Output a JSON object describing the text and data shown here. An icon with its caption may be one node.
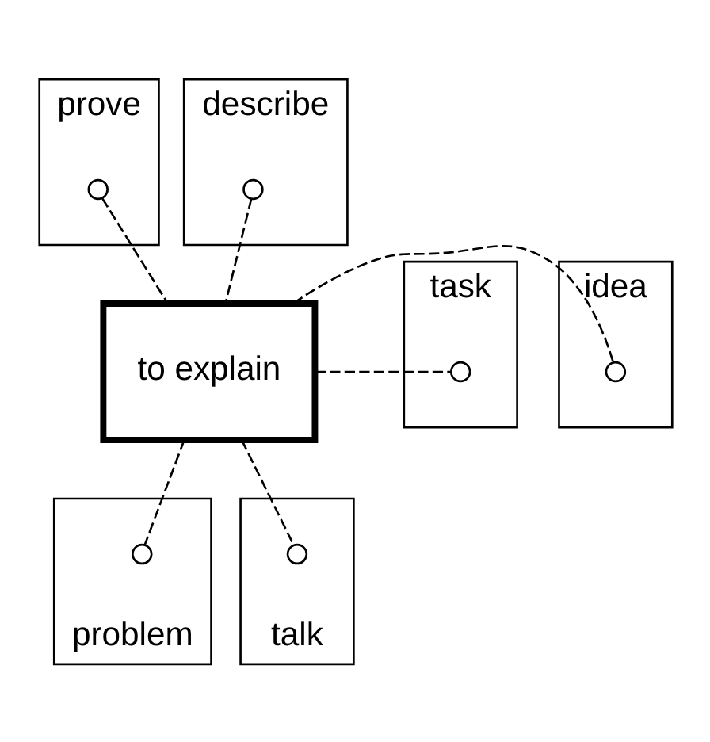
{
  "diagram": {
    "nodes": [
      {
        "text": [
          "prove"
        ]
      },
      {
        "text": [],
        "shape": "circle",
        "in": 0
      },
      {
        "text": [
          "describe"
        ]
      },
      {
        "text": [],
        "shape": "circle",
        "in": 2
      },
      {
        "text": [
          "task"
        ]
      },
      {
        "text": [],
        "shape": "circle",
        "in": 4
      },
      {
        "text": [
          "to explain"
        ]
      },
      {
        "text": [
          "idea"
        ]
      },
      {
        "text": [],
        "shape": "circle",
        "in": 7
      },
      {
        "text": [
          "problem"
        ]
      },
      {
        "text": [],
        "shape": "circle",
        "in": 9
      },
      {
        "text": [
          "talk"
        ]
      },
      {
        "text": [],
        "shape": "circle",
        "in": 11
      }
    ],
    "edges": [
      {
        "from": 6,
        "to": 1,
        "arrow": "none",
        "style": "dashed"
      },
      {
        "from": 6,
        "to": 3,
        "arrow": "none",
        "style": "dashed"
      },
      {
        "from": 6,
        "to": 5,
        "arrow": "none",
        "style": "dashed"
      },
      {
        "from": 6,
        "to": 8,
        "arrow": "none",
        "style": "dashed"
      },
      {
        "from": 6,
        "to": 10,
        "arrow": "none",
        "style": "dashed"
      },
      {
        "from": 6,
        "to": 12,
        "arrow": "none",
        "style": "dashed"
      }
    ]
  }
}
